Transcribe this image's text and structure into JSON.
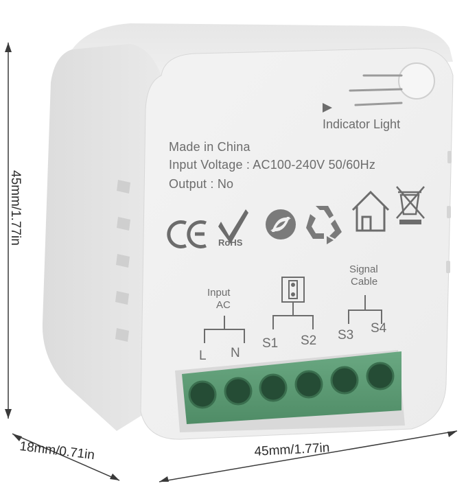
{
  "dimensions": {
    "height": "45mm/1.77in",
    "depth": "18mm/0.71in",
    "width": "45mm/1.77in"
  },
  "device": {
    "indicator_label": "Indicator Light",
    "made_in": "Made in China",
    "input_voltage": "Input Voltage : AC100-240V 50/60Hz",
    "output": "Output :  No",
    "rohs": "RoHS",
    "ce": "CE",
    "terminals": {
      "input_label_1": "Input",
      "input_label_2": "AC",
      "signal_label_1": "Signal",
      "signal_label_2": "Cable",
      "pins": [
        "L",
        "N",
        "S1",
        "S2",
        "S3",
        "S4"
      ]
    },
    "colors": {
      "body": "#ececec",
      "print": "#6c6c6c",
      "terminal_block": "#5a9a72"
    }
  }
}
